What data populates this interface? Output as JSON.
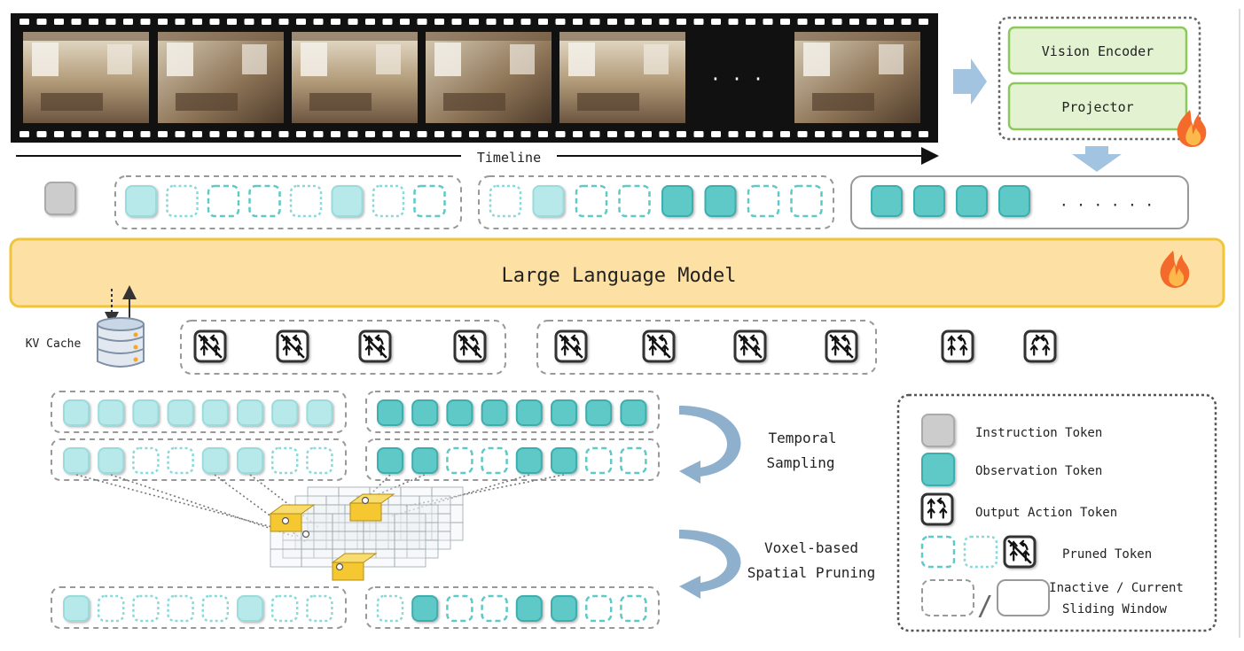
{
  "film": {
    "ellipsis": "· · ·",
    "timeline_label": "Timeline"
  },
  "encoder": {
    "vision_encoder": "Vision Encoder",
    "projector": "Projector"
  },
  "current_window": {
    "ellipsis": "· · · · · ·"
  },
  "llm": {
    "label": "Large Language Model"
  },
  "kv_cache": {
    "label": "KV Cache"
  },
  "steps": {
    "temporal_line1": "Temporal",
    "temporal_line2": "Sampling",
    "voxel_line1": "Voxel-based",
    "voxel_line2": "Spatial Pruning"
  },
  "legend": {
    "instruction": "Instruction Token",
    "observation": "Observation Token",
    "action": "Output Action Token",
    "pruned": "Pruned Token",
    "window_line1": "Inactive / Current",
    "window_line2": "Sliding Window",
    "slash": "/"
  },
  "colors": {
    "film_black": "#111111",
    "encoder_fill": "#e3f3d2",
    "encoder_border": "#8cc95a",
    "llm_fill": "#fde0a4",
    "llm_border": "#f0c53a",
    "token_light": "#b8e9ea",
    "token_dark": "#5fc9c8",
    "token_border": "#7dcfd0",
    "instruction_token": "#cccccc",
    "arrow_blue": "#a3c4e0",
    "voxel_yellow": "#f5c832"
  }
}
